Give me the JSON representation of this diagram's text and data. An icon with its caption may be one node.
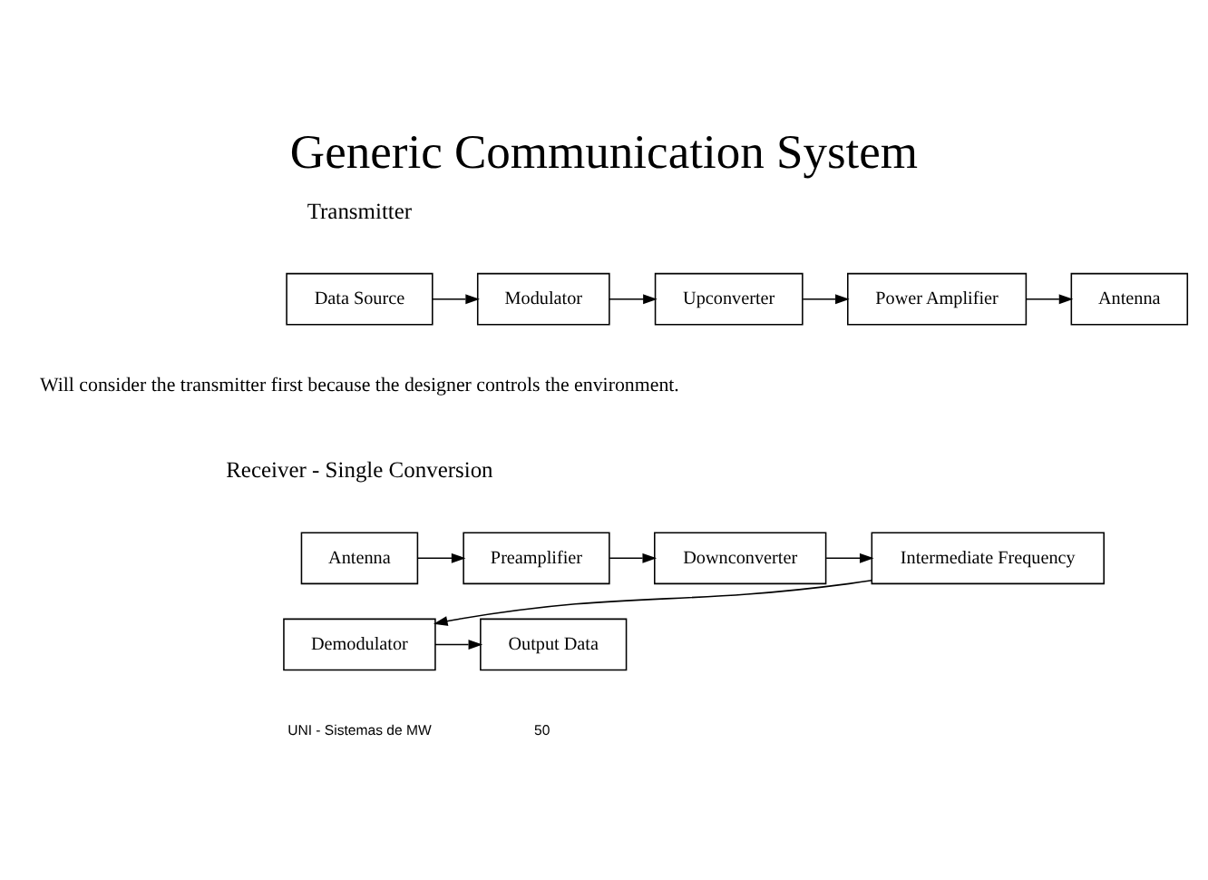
{
  "diagram": {
    "title": "Generic Communication System",
    "nodes": [
      {
        "text": [
          "Data Source"
        ]
      },
      {
        "text": [
          "Modulator"
        ]
      },
      {
        "text": [
          "Upconverter"
        ]
      },
      {
        "text": [
          "Power Amplifier"
        ]
      },
      {
        "text": [
          "Antenna"
        ]
      },
      {
        "text": [
          "Antenna"
        ]
      },
      {
        "text": [
          "Preamplifier"
        ]
      },
      {
        "text": [
          "Downconverter"
        ]
      },
      {
        "text": [
          "Intermediate Frequency"
        ]
      },
      {
        "text": [
          "Demodulator"
        ]
      },
      {
        "text": [
          "Output Data"
        ]
      }
    ],
    "edges": [
      {
        "from": 0,
        "to": 1,
        "arrow": "to"
      },
      {
        "from": 1,
        "to": 2,
        "arrow": "to"
      },
      {
        "from": 2,
        "to": 3,
        "arrow": "to"
      },
      {
        "from": 3,
        "to": 4,
        "arrow": "to"
      },
      {
        "from": 5,
        "to": 6,
        "arrow": "to"
      },
      {
        "from": 6,
        "to": 7,
        "arrow": "to"
      },
      {
        "from": 7,
        "to": 8,
        "arrow": "to"
      },
      {
        "from": 8,
        "to": 9,
        "arrow": "to"
      },
      {
        "from": 9,
        "to": 10,
        "arrow": "to"
      }
    ],
    "labels": [
      "Transmitter",
      "Will consider the transmitter first because the designer controls the environment.",
      "Receiver - Single Conversion",
      "UNI - Sistemas de MW",
      "50"
    ]
  }
}
